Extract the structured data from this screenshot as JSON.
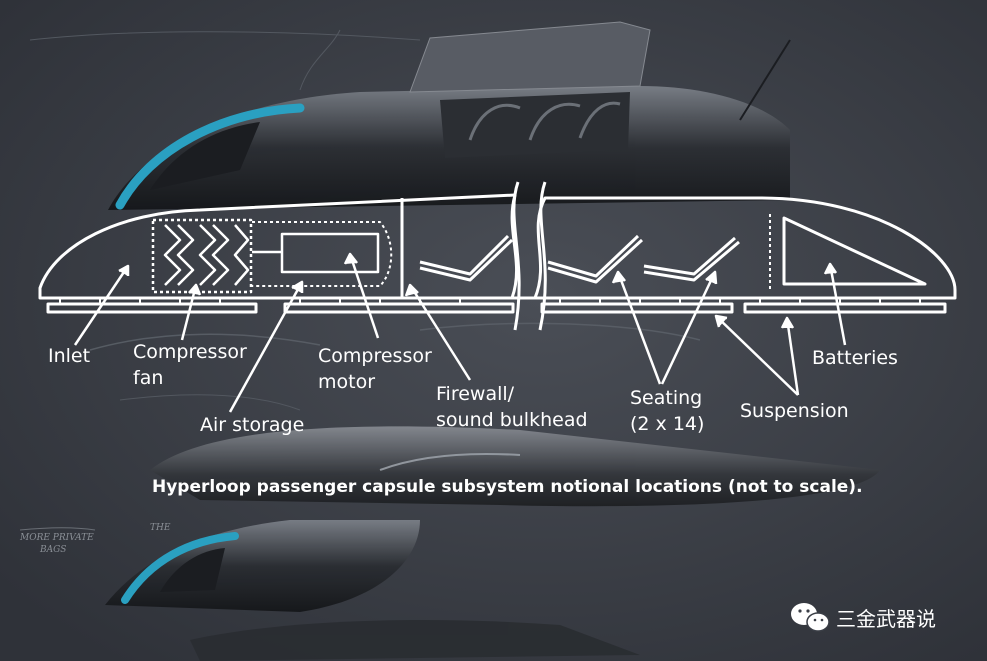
{
  "diagram": {
    "caption": "Hyperloop passenger capsule subsystem notional locations (not to scale).",
    "labels": {
      "inlet": "Inlet",
      "compressor_fan_l1": "Compressor",
      "compressor_fan_l2": "fan",
      "compressor_motor_l1": "Compressor",
      "compressor_motor_l2": "motor",
      "air_storage": "Air storage",
      "firewall_l1": "Firewall/",
      "firewall_l2": "sound bulkhead",
      "seating_l1": "Seating",
      "seating_l2": "(2 x 14)",
      "suspension": "Suspension",
      "batteries": "Batteries"
    }
  },
  "watermark": {
    "icon": "wechat-icon",
    "text": "三金武器说"
  },
  "colors": {
    "background": "#3a3e46",
    "line": "#ffffff",
    "accent_cyan": "#2aa6c8"
  }
}
